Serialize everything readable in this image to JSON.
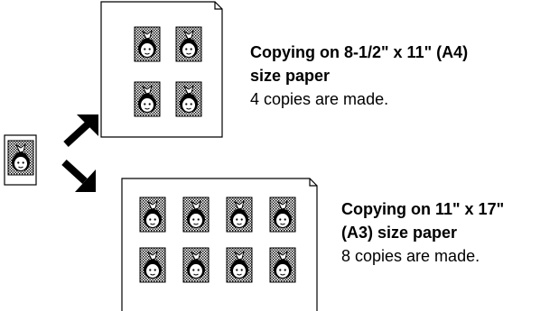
{
  "copy_options": [
    {
      "paper": "Copying on 8-1/2\" x 11\" (A4) size paper",
      "title_line1": "Copying on 8-1/2\" x 11\" (A4)",
      "title_line2": "size paper",
      "result": "4 copies are made.",
      "copies": 4
    },
    {
      "paper": "Copying on 11\" x 17\" (A3) size paper",
      "title_line1": "Copying on 11\" x 17\"",
      "title_line2": "(A3) size paper",
      "result": "8 copies are made.",
      "copies": 8
    }
  ],
  "icons": {
    "original": "portrait-icon",
    "arrow": "arrow-icon",
    "sheet": "paper-sheet-icon"
  },
  "colors": {
    "ink": "#000000",
    "paper": "#ffffff"
  }
}
